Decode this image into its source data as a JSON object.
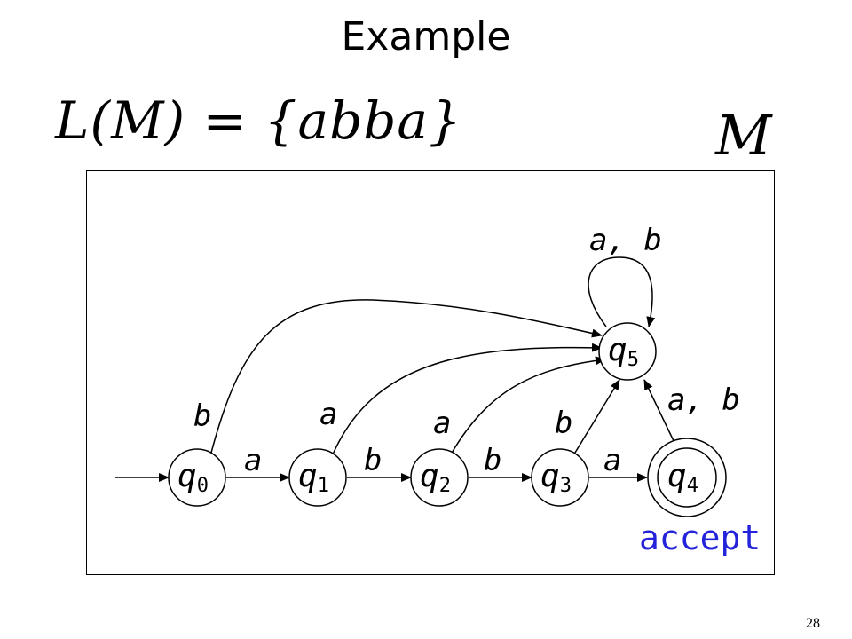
{
  "title": "Example",
  "language": {
    "formula": "L(M) = {abba}"
  },
  "machine": {
    "name": "M"
  },
  "states": [
    {
      "id": "q0",
      "base": "q",
      "sub": "0"
    },
    {
      "id": "q1",
      "base": "q",
      "sub": "1"
    },
    {
      "id": "q2",
      "base": "q",
      "sub": "2"
    },
    {
      "id": "q3",
      "base": "q",
      "sub": "3"
    },
    {
      "id": "q4",
      "base": "q",
      "sub": "4",
      "accepting": true
    },
    {
      "id": "q5",
      "base": "q",
      "sub": "5"
    }
  ],
  "transitions": [
    {
      "from": "q0",
      "to": "q1",
      "label": "a"
    },
    {
      "from": "q1",
      "to": "q2",
      "label": "b"
    },
    {
      "from": "q2",
      "to": "q3",
      "label": "b"
    },
    {
      "from": "q3",
      "to": "q4",
      "label": "a"
    },
    {
      "from": "q0",
      "to": "q5",
      "label": "b"
    },
    {
      "from": "q1",
      "to": "q5",
      "label": "a"
    },
    {
      "from": "q2",
      "to": "q5",
      "label": "a"
    },
    {
      "from": "q3",
      "to": "q5",
      "label": "b"
    },
    {
      "from": "q4",
      "to": "q5",
      "label": "a, b"
    },
    {
      "from": "q5",
      "to": "q5",
      "label": "a, b"
    }
  ],
  "accept_label": "accept",
  "accent_color": "#2323dc",
  "page_number": "28"
}
